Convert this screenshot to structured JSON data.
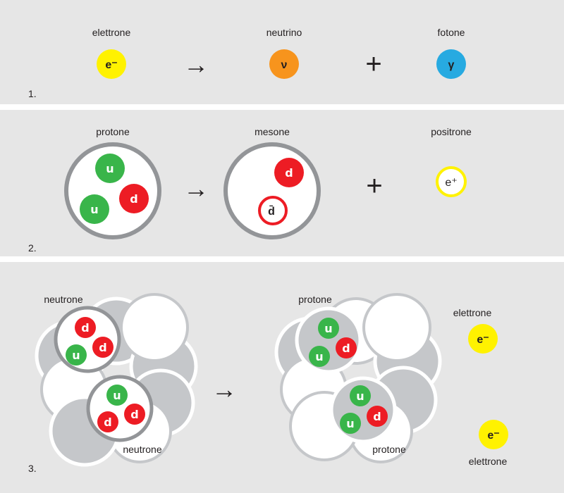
{
  "colors": {
    "background": "#e6e6e6",
    "electron": "#fff200",
    "neutrino": "#f7941d",
    "photon": "#27aae1",
    "up_quark": "#39b54a",
    "down_quark": "#ed1c24",
    "hadron_ring": "#939598"
  },
  "panel1": {
    "number": "1.",
    "electron_label": "elettrone",
    "electron_symbol": "e⁻",
    "neutrino_label": "neutrino",
    "neutrino_symbol": "ν",
    "photon_label": "fotone",
    "photon_symbol": "γ",
    "arrow": "→",
    "plus": "+"
  },
  "panel2": {
    "number": "2.",
    "proton_label": "protone",
    "meson_label": "mesone",
    "positron_label": "positrone",
    "positron_symbol": "e⁺",
    "up": "u",
    "down": "d",
    "antidown": "d̄",
    "arrow": "→",
    "plus": "+"
  },
  "panel3": {
    "number": "3.",
    "neutron_top_label": "neutrone",
    "neutron_bottom_label": "neutrone",
    "proton_top_label": "protone",
    "proton_bottom_label": "protone",
    "electron_top_label": "elettrone",
    "electron_bottom_label": "elettrone",
    "electron_symbol": "e⁻",
    "up": "u",
    "down": "d",
    "arrow": "→"
  }
}
